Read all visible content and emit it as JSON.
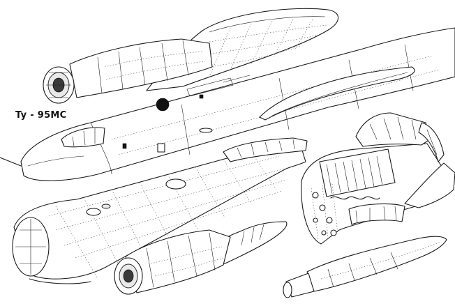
{
  "figure": {
    "title": "Ty - 95MC"
  },
  "parts": [
    {
      "name": "upper-engine-nacelle",
      "icon": "jet-engine-nacelle"
    },
    {
      "name": "fuselage-with-cockpit",
      "icon": "aircraft-fuselage"
    },
    {
      "name": "mid-fuselage-section",
      "icon": "fuselage-frame-section"
    },
    {
      "name": "rear-fuselage-structure",
      "icon": "structural-frame"
    },
    {
      "name": "lower-engine-nacelle",
      "icon": "jet-engine-nacelle"
    },
    {
      "name": "drop-tank",
      "icon": "external-pod"
    }
  ]
}
